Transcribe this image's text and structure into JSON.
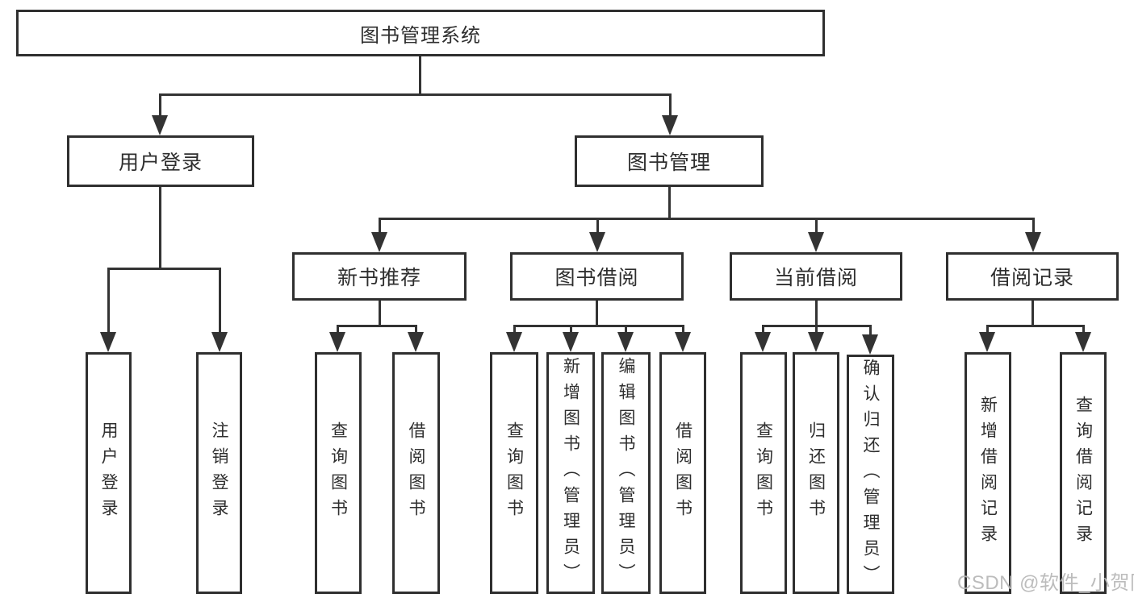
{
  "colors": {
    "background": "#ffffff",
    "line": "#333333",
    "box_border": "#2f2f2f",
    "text": "#2e2e2e",
    "watermark": "#b6b6b6"
  },
  "diagram": {
    "type": "hierarchy-tree",
    "root": {
      "label": "图书管理系统"
    },
    "level2": [
      {
        "label": "用户登录",
        "parent": "图书管理系统"
      },
      {
        "label": "图书管理",
        "parent": "图书管理系统"
      }
    ],
    "level3": [
      {
        "label": "新书推荐",
        "parent": "图书管理"
      },
      {
        "label": "图书借阅",
        "parent": "图书管理"
      },
      {
        "label": "当前借阅",
        "parent": "图书管理"
      },
      {
        "label": "借阅记录",
        "parent": "图书管理"
      }
    ],
    "leaves": [
      {
        "label": "用户登录",
        "parent": "用户登录"
      },
      {
        "label": "注销登录",
        "parent": "用户登录"
      },
      {
        "label": "查询图书",
        "parent": "新书推荐"
      },
      {
        "label": "借阅图书",
        "parent": "新书推荐"
      },
      {
        "label": "查询图书",
        "parent": "图书借阅"
      },
      {
        "label": "新增图书（管理员）",
        "parent": "图书借阅"
      },
      {
        "label": "编辑图书（管理员）",
        "parent": "图书借阅"
      },
      {
        "label": "借阅图书",
        "parent": "图书借阅"
      },
      {
        "label": "查询图书",
        "parent": "当前借阅"
      },
      {
        "label": "归还图书",
        "parent": "当前借阅"
      },
      {
        "label": "确认归还（管理员）",
        "parent": "当前借阅"
      },
      {
        "label": "新增借阅记录",
        "parent": "借阅记录"
      },
      {
        "label": "查询借阅记录",
        "parent": "借阅记录"
      }
    ]
  },
  "watermark": {
    "text": "CSDN @软件_小贺同学"
  }
}
